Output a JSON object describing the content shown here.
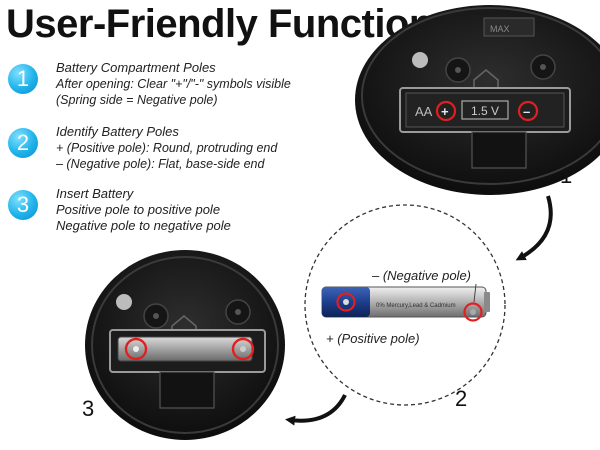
{
  "title": "User-Friendly Function",
  "steps": [
    {
      "number": "1",
      "lines": [
        "Battery Compartment Poles",
        "After opening: Clear \"+\"/\"-\" symbols visible",
        "(Spring side = Negative pole)"
      ]
    },
    {
      "number": "2",
      "lines": [
        "Identify Battery Poles",
        "+ (Positive pole): Round, protruding end",
        "– (Negative pole): Flat, base-side end"
      ]
    },
    {
      "number": "3",
      "lines": [
        "Insert Battery",
        "Positive pole to positive pole",
        "Negative pole to negative pole"
      ]
    }
  ],
  "compartment": {
    "size_label": "AA",
    "voltage_label": "1.5 V",
    "plus_symbol": "+",
    "minus_symbol": "–",
    "top_mark": "MAX"
  },
  "battery": {
    "brand_text": "0% Mercury,Lead & Cadmium"
  },
  "labels": {
    "negative_pole": "– (Negative pole)",
    "positive_pole": "+ (Positive pole)"
  },
  "figure_numbers": [
    "1",
    "2",
    "3"
  ],
  "colors": {
    "badge": "#1fb2ea",
    "device": "#1a1a1a",
    "highlight": "#e02020",
    "battery_blue": "#1e3f8c"
  },
  "icons": [
    "arrow-curve-icon",
    "arrow-curve-icon"
  ]
}
